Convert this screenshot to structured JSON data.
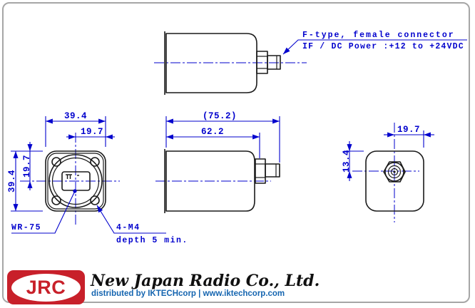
{
  "annotation": {
    "connector_line1": "F-type, female connector",
    "connector_line2": "IF / DC Power :+12 to +24VDC",
    "waveguide": "WR-75",
    "bolts": "4-M4",
    "bolts_depth": "depth 5 min."
  },
  "dimensions": {
    "front_width": "39.4",
    "front_half_width": "19.7",
    "front_height": "39.4",
    "front_half_height": "19.7",
    "overall_length": "(75.2)",
    "body_length": "62.2",
    "rear_half_width": "19.7",
    "rear_connector_offset": "13.4"
  },
  "footer": {
    "logo": "JRC",
    "company": "New Japan Radio Co., Ltd.",
    "distributor": "distributed by IKTECHcorp | www.iktechcorp.com"
  },
  "colors": {
    "dimension_blue": "#0000cd",
    "outline_black": "#1a1a1a",
    "logo_red": "#c8202a",
    "distributor_blue": "#1565b0",
    "frame_border": "#a6a6a6"
  }
}
